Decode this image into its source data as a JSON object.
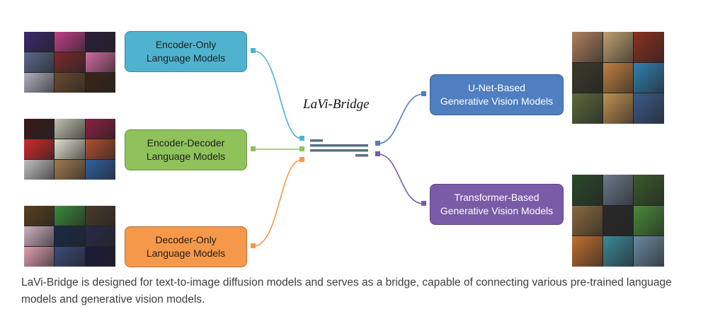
{
  "bridge": {
    "title": "LaVi-Bridge"
  },
  "language_models": [
    {
      "label": "Encoder-Only\nLanguage Models",
      "color": "#4fb3cf",
      "line_color": "#4fb3cf"
    },
    {
      "label": "Encoder-Decoder\nLanguage Models",
      "color": "#8fc25a",
      "line_color": "#8fc25a"
    },
    {
      "label": "Decoder-Only\nLanguage Models",
      "color": "#f5984a",
      "line_color": "#f5984a"
    }
  ],
  "vision_models": [
    {
      "label": "U-Net-Based\nGenerative Vision Models",
      "color": "#4f7fc0",
      "line_color": "#4f7fc0"
    },
    {
      "label": "Transformer-Based\nGenerative Vision Models",
      "color": "#7a5ba8",
      "line_color": "#7a5ba8"
    }
  ],
  "bridge_bars_color": "#5a7080",
  "image_grids": [
    {
      "side": "left",
      "colors": [
        "#3a2a6a",
        "#c0408a",
        "#2a1f3a",
        "#5a6a8a",
        "#7a2a2a",
        "#d06aa0",
        "#b0b0c0",
        "#6a4a30",
        "#3a2418"
      ]
    },
    {
      "side": "left",
      "colors": [
        "#3a1a1a",
        "#c0c0b0",
        "#8a2040",
        "#d02a2a",
        "#e0e0d0",
        "#b05030",
        "#c0c0c0",
        "#a07a50",
        "#3060a0"
      ]
    },
    {
      "side": "left",
      "colors": [
        "#5a4020",
        "#3a8a3a",
        "#4a3a2a",
        "#d0b0c0",
        "#1a2a4a",
        "#2a2a4a",
        "#e0a0b0",
        "#3a4a7a",
        "#1a1a3a"
      ]
    },
    {
      "side": "right",
      "colors": [
        "#b08060",
        "#c0a070",
        "#8a3020",
        "#3a3a2a",
        "#c08040",
        "#3080b0",
        "#5a6a3a",
        "#c09050",
        "#3a5a8a"
      ]
    },
    {
      "side": "right",
      "colors": [
        "#2a4a2a",
        "#6a7a8a",
        "#3a5a2a",
        "#8a6a40",
        "#2a2a2a",
        "#4a8a3a",
        "#c07030",
        "#3a8a9a",
        "#6a8aa0"
      ]
    }
  ],
  "caption": {
    "text": "LaVi-Bridge is designed for text-to-image diffusion models and serves as a bridge, capable of connecting various pre-trained language models and generative vision models."
  }
}
